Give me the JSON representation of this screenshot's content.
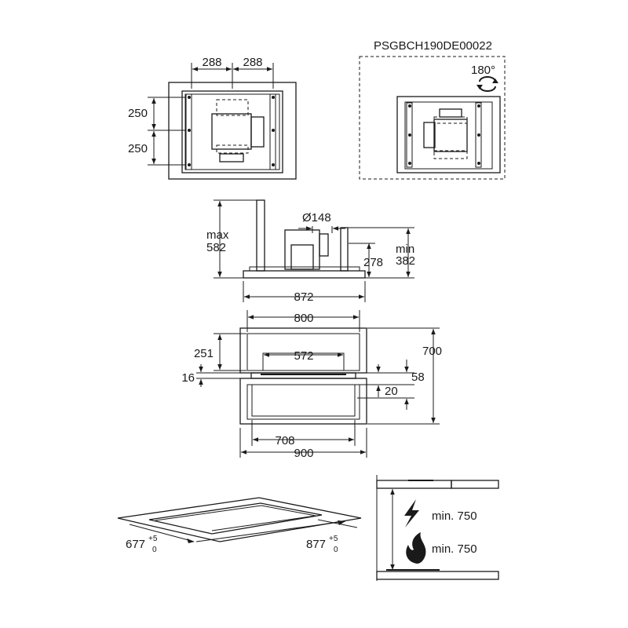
{
  "model_code": "PSGBCH190DE00022",
  "rotation": "180°",
  "top_view": {
    "dim_h1": "288",
    "dim_h2": "288",
    "dim_v1": "250",
    "dim_v2": "250"
  },
  "side_view": {
    "max_label": "max",
    "max_value": "582",
    "diameter": "Ø148",
    "min_label": "min",
    "min_value": "382",
    "dim_278": "278",
    "width": "872"
  },
  "front_view": {
    "dim_800": "800",
    "dim_700": "700",
    "dim_251": "251",
    "dim_572": "572",
    "dim_16": "16",
    "dim_58": "58",
    "dim_20": "20",
    "dim_708": "708",
    "dim_900": "900"
  },
  "cutout": {
    "depth": "677",
    "width": "877",
    "tol_upper": "+5",
    "tol_lower": "0"
  },
  "clearance": {
    "electric": "min. 750",
    "gas": "min. 750"
  }
}
